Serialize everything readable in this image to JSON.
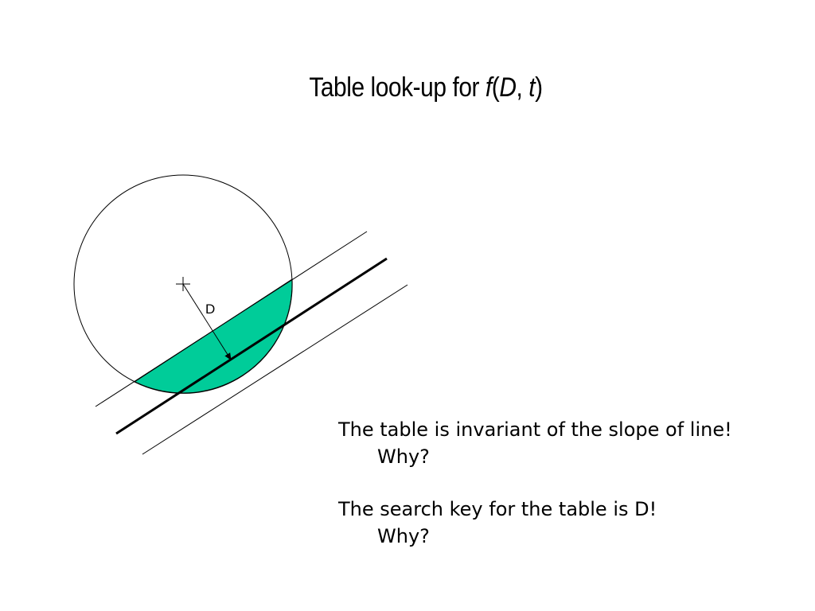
{
  "title": {
    "prefix": "Table look-up for ",
    "func": "f",
    "open_paren": "(",
    "arg1": "D",
    "comma": ", ",
    "arg2": "t",
    "close_paren": ")"
  },
  "diagram": {
    "distance_label": "D",
    "segment_color": "#00cc99"
  },
  "notes": [
    {
      "statement": "The table is invariant of the slope of line!",
      "question": "Why?"
    },
    {
      "statement": "The search key for the table is D!",
      "question": "Why?"
    }
  ]
}
